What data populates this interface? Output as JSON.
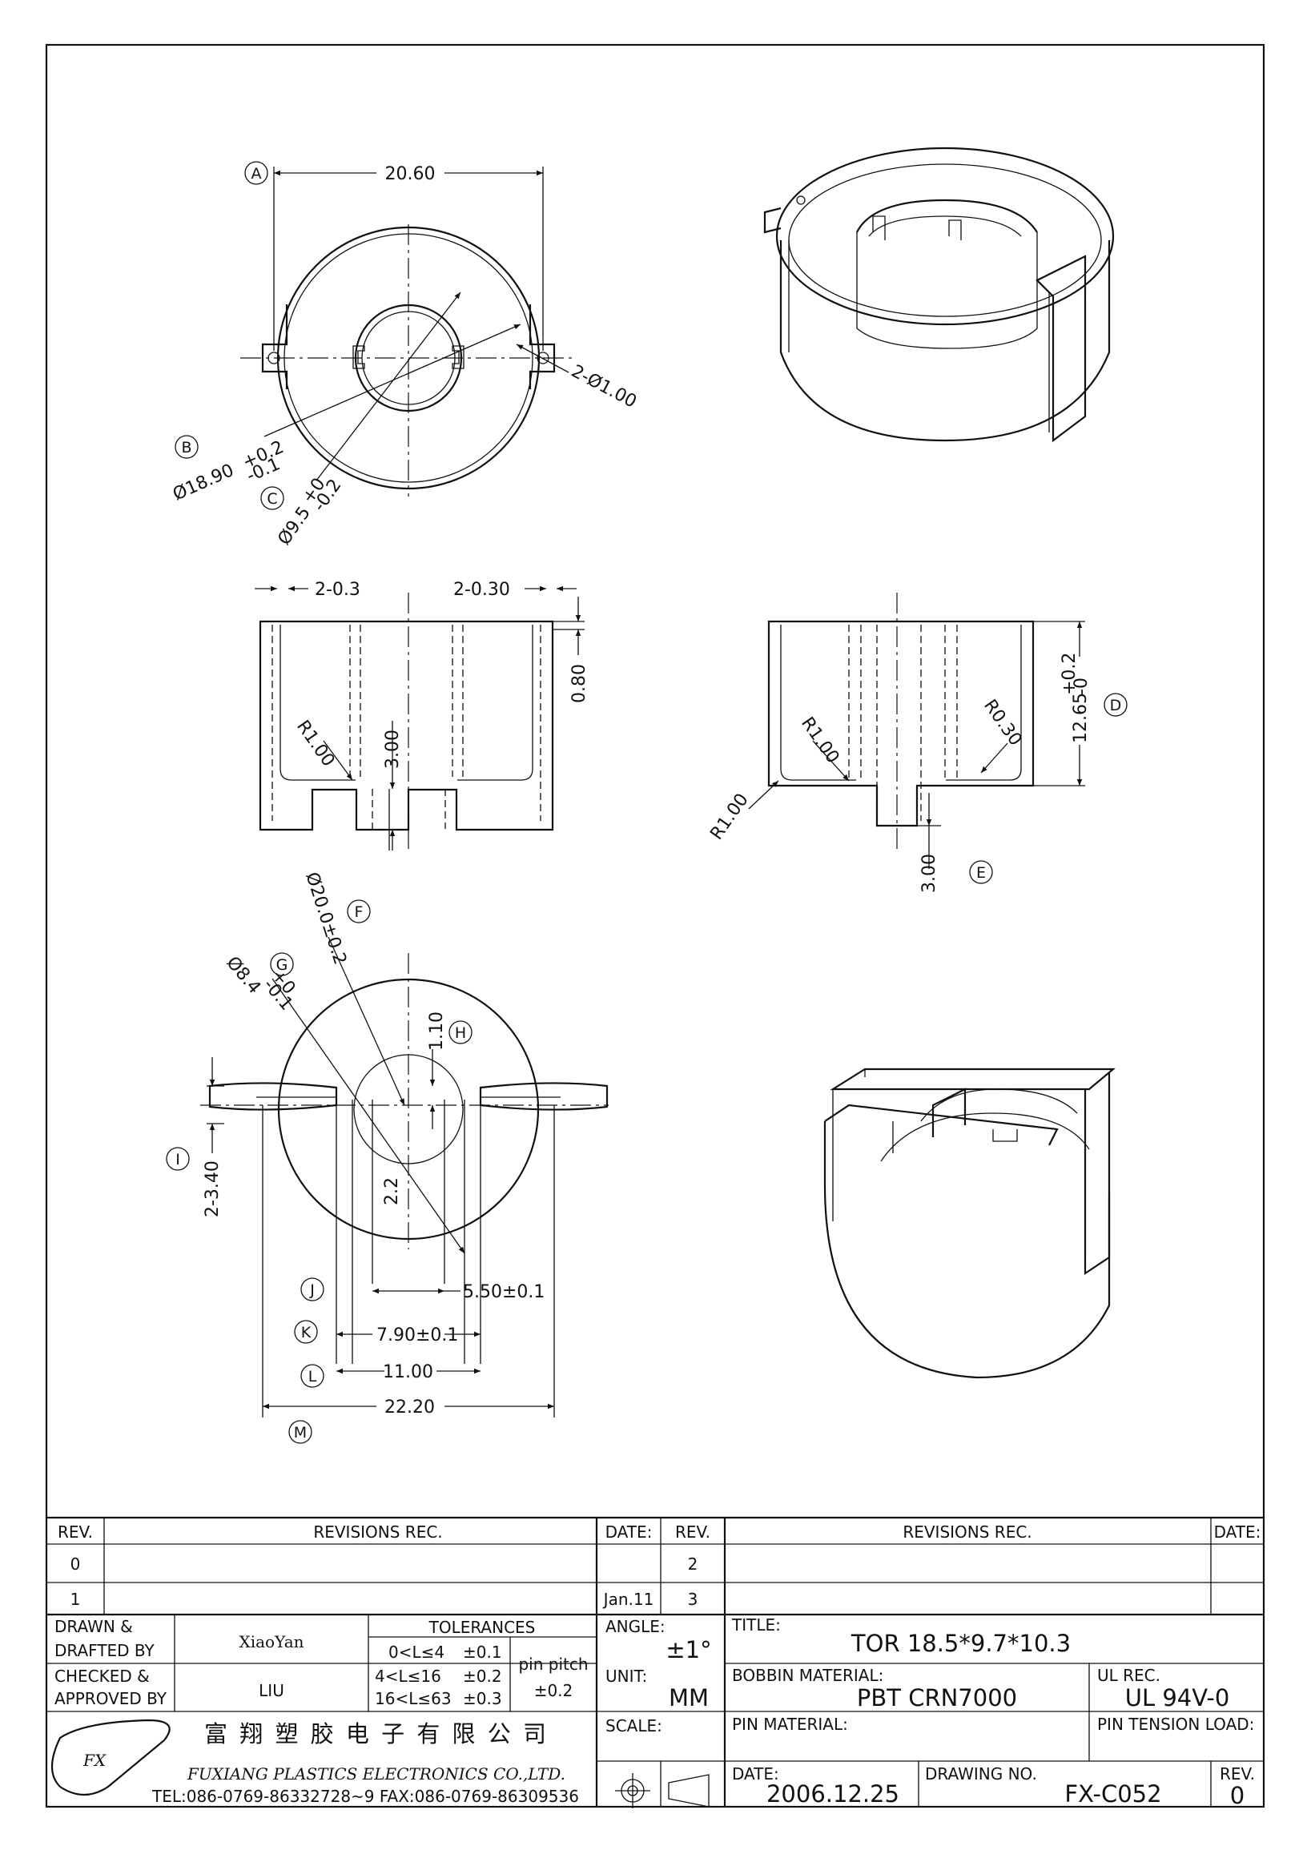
{
  "dims": {
    "a_width": "20.60",
    "holes": "2-Ø1.00",
    "b_dia": "Ø18.90",
    "b_tol_up": "+0.2",
    "b_tol_dn": "-0.1",
    "c_dia": "Ø9.5",
    "c_tol_up": "+0",
    "c_tol_dn": "-0.2",
    "slot_l": "2-0.3",
    "slot_r": "2-0.30",
    "wall": "0.80",
    "depth_l": "3.00",
    "r_l": "R1.00",
    "r_m": "R1.00",
    "r_small": "R0.30",
    "r_outer": "R1.00",
    "height": "12.65",
    "height_tol_up": "+0.2",
    "height_tol_dn": "-0",
    "gap": "3.00",
    "f_dia": "Ø20.0±0.2",
    "g_dia": "Ø8.4",
    "g_tol_up": "+0",
    "g_tol_dn": "-0.1",
    "h_val": "1.10",
    "i_val": "2-3.40",
    "w22": "2.2",
    "j_val": "5.50±0.1",
    "k_val": "7.90±0.1",
    "l_val": "11.00",
    "m_val": "22.20"
  },
  "balloons": [
    "A",
    "B",
    "C",
    "D",
    "E",
    "F",
    "G",
    "H",
    "I",
    "J",
    "K",
    "L",
    "M"
  ],
  "title_block": {
    "rev_hdr": "REV.",
    "revisions_hdr": "REVISIONS   REC.",
    "date_hdr": "DATE:",
    "rev_rows_left": [
      {
        "rev": "0",
        "date": ""
      },
      {
        "rev": "1",
        "date": "Jan.11"
      }
    ],
    "rev_rows_right": [
      {
        "rev": "2"
      },
      {
        "rev": "3"
      }
    ],
    "drawn_label_1": "DRAWN  &",
    "drawn_label_2": "DRAFTED  BY",
    "drawn_name": "XiaoYan",
    "checked_label_1": "CHECKED  &",
    "checked_label_2": "APPROVED  BY",
    "checked_name": "LIU",
    "tolerances_hdr": "TOLERANCES",
    "tol_rows": [
      {
        "range": "0<L≤4",
        "tol": "±0.1"
      },
      {
        "range": "4<L≤16",
        "tol": "±0.2"
      },
      {
        "range": "16<L≤63",
        "tol": "±0.3"
      }
    ],
    "pin_pitch_label": "pin  pitch",
    "pin_pitch_val": "±0.2",
    "angle_label": "ANGLE:",
    "angle_val": "±1°",
    "unit_label": "UNIT:",
    "unit_val": "MM",
    "scale_label": "SCALE:",
    "title_label": "TITLE:",
    "title_val": "TOR  18.5*9.7*10.3",
    "bobbin_label": "BOBBIN  MATERIAL:",
    "bobbin_val": "PBT  CRN7000",
    "ul_label": "UL  REC.",
    "ul_val": "UL  94V-0",
    "pin_material_label": "PIN  MATERIAL:",
    "pin_tension_label": "PIN  TENSION  LOAD:",
    "date_label": "DATE:",
    "date_val": "2006.12.25",
    "drawing_no_label": "DRAWING  NO.",
    "drawing_no_val": "FX-C052",
    "rev_label": "REV.",
    "rev_val": "0",
    "company_cn": "富 翔 塑 胶 电 子 有 限 公 司",
    "company_en": "FUXIANG  PLASTICS  ELECTRONICS  CO.,LTD.",
    "contact": "TEL:086-0769-86332728~9  FAX:086-0769-86309536",
    "logo_text": "FX"
  }
}
